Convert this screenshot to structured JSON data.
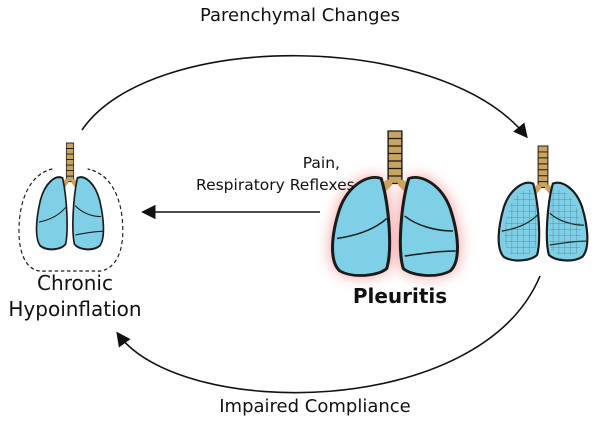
{
  "diagram": {
    "top_label": "Parenchymal Changes",
    "bottom_label": "Impaired Compliance",
    "arrow_label_line1": "Pain,",
    "arrow_label_line2": "Respiratory Reflexes",
    "center_label": "Pleuritis",
    "left_label_line1": "Chronic",
    "left_label_line2": "Hypoinflation"
  },
  "colors": {
    "lung_fill": "#7fd0e6",
    "lung_stroke": "#1a1a1a",
    "trachea": "#c9a35f",
    "inflammation_glow": "#e86060",
    "grid": "#3c6e86"
  }
}
